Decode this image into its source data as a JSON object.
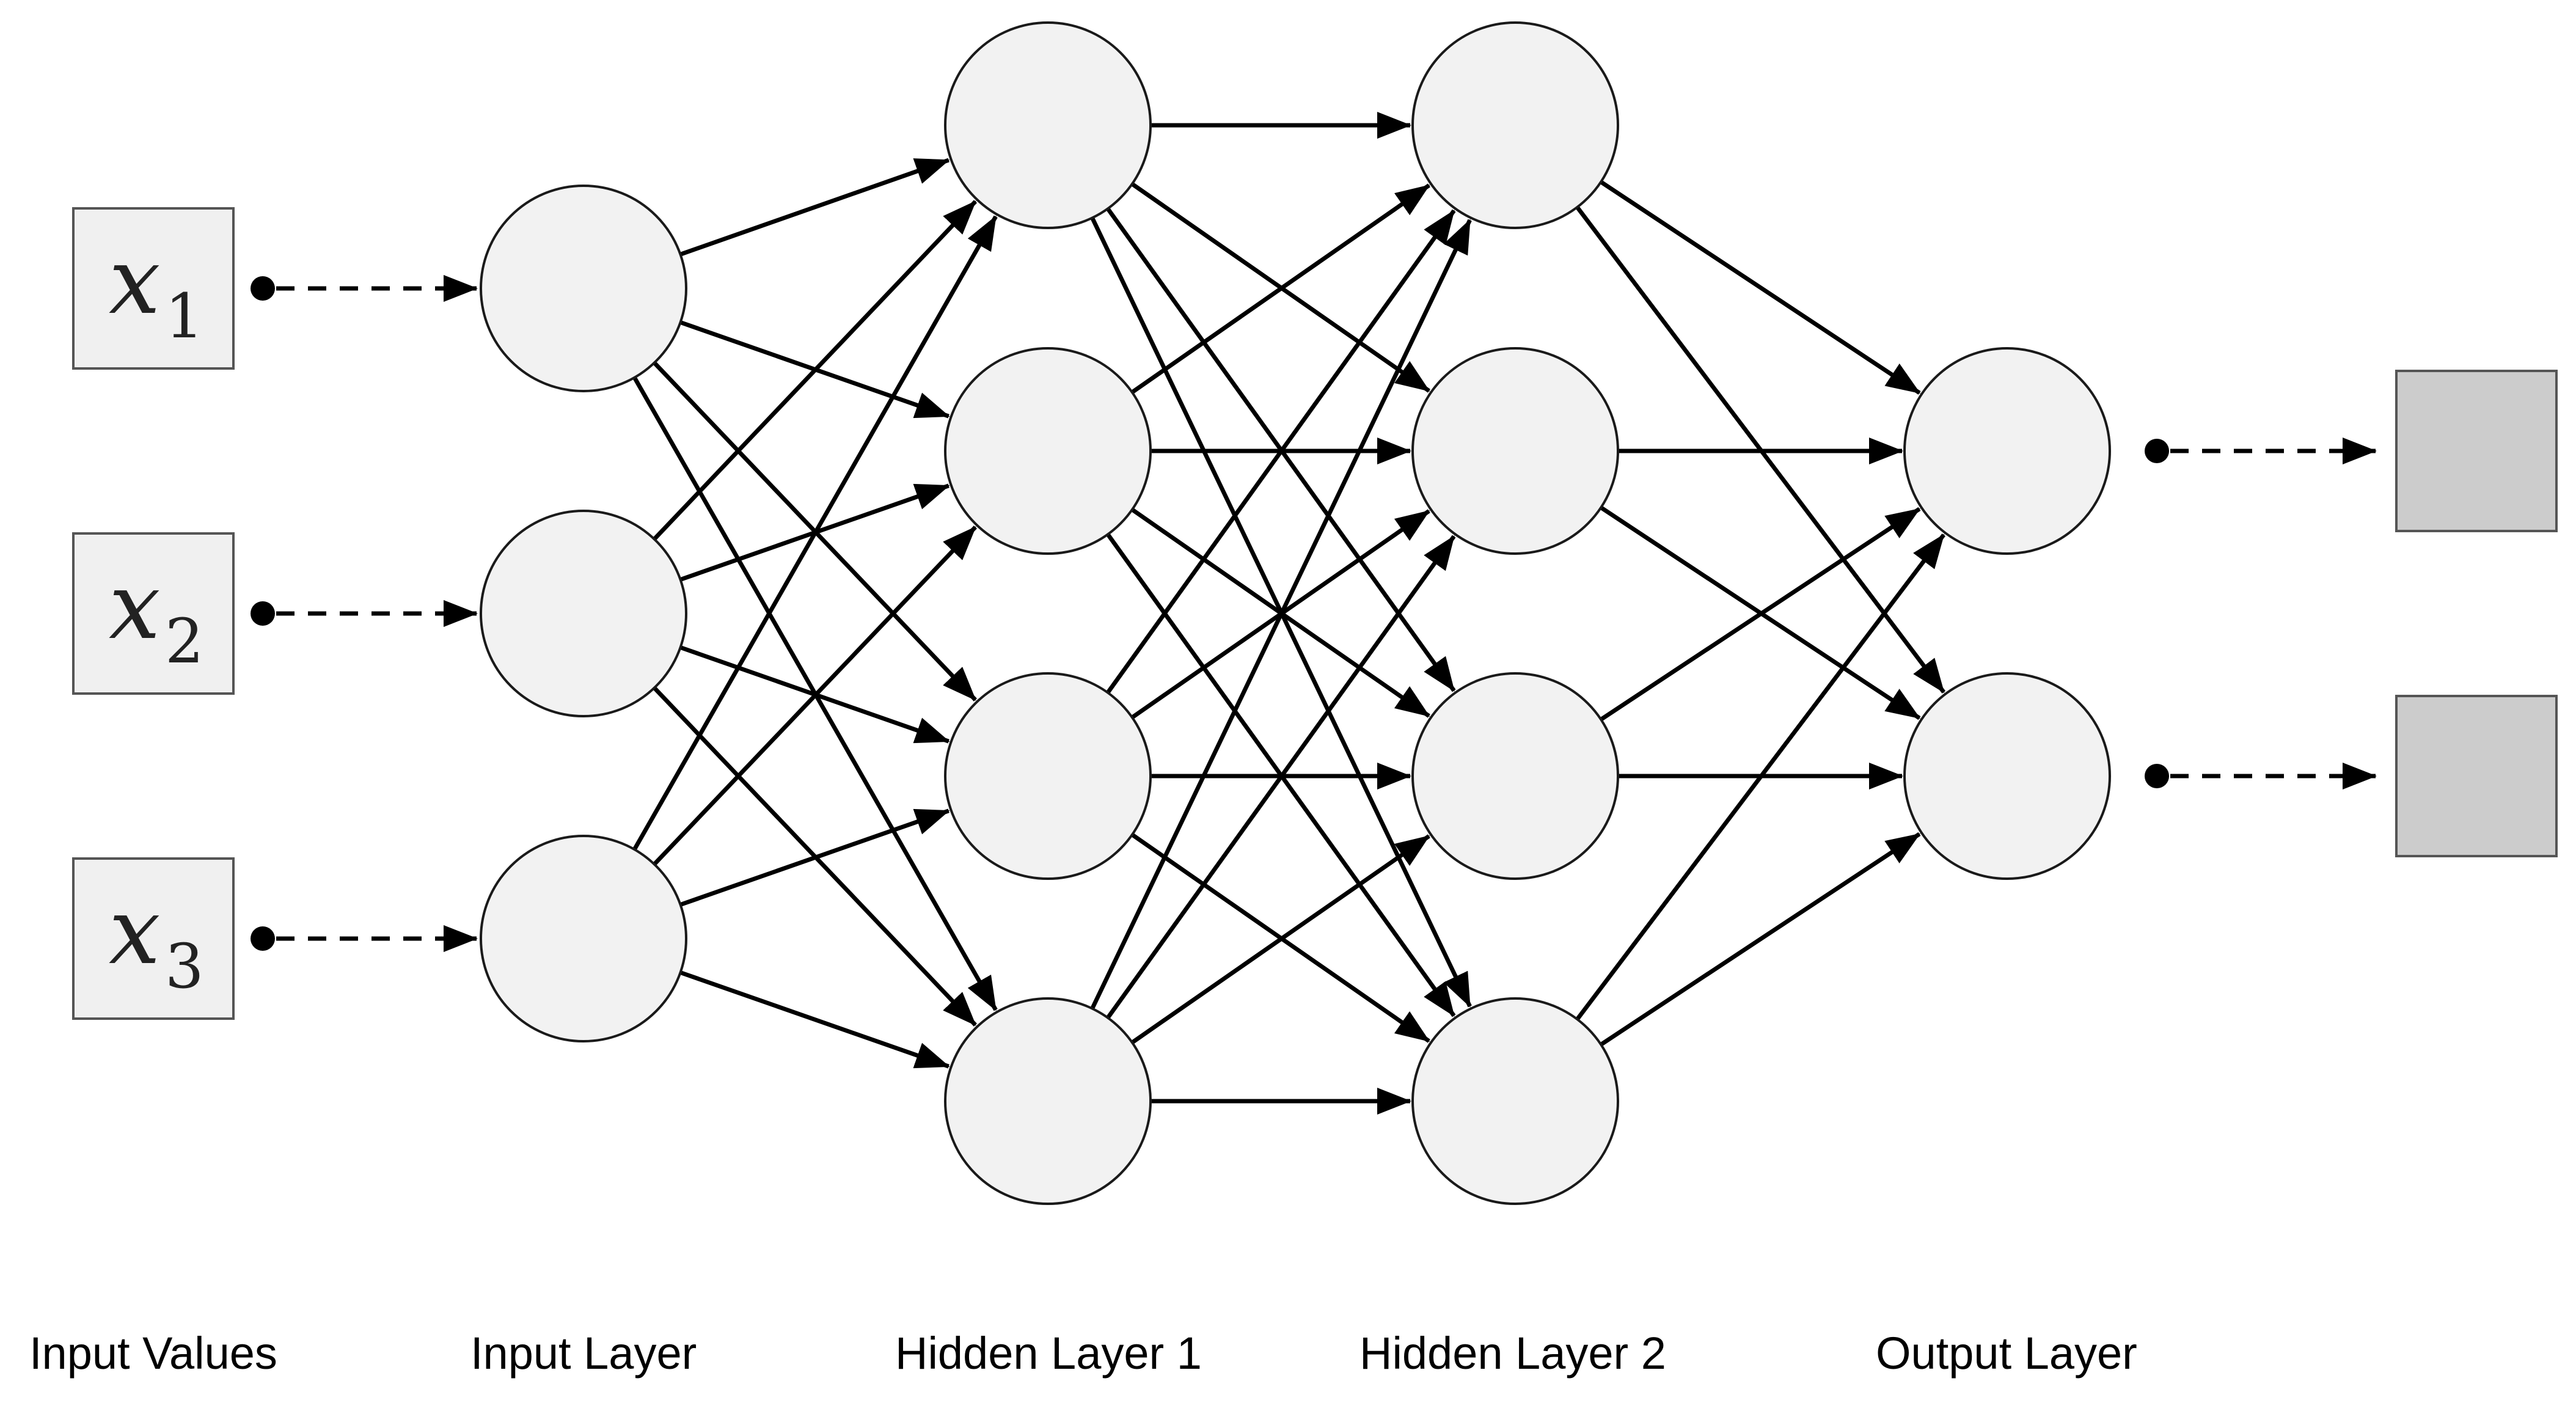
{
  "diagram": {
    "type": "feedforward-neural-network",
    "colors": {
      "node_fill": "#f2f2f2",
      "input_box_fill": "#f0f0f0",
      "output_box_fill": "#cccccc",
      "edge": "#000000"
    },
    "inputs": [
      {
        "var": "x",
        "sub": "1"
      },
      {
        "var": "x",
        "sub": "2"
      },
      {
        "var": "x",
        "sub": "3"
      }
    ],
    "layers": [
      {
        "name": "Input Layer",
        "nodes": 3
      },
      {
        "name": "Hidden Layer 1",
        "nodes": 4
      },
      {
        "name": "Hidden Layer 2",
        "nodes": 4
      },
      {
        "name": "Output Layer",
        "nodes": 2
      }
    ],
    "outputs": 2,
    "connectivity": "fully-connected",
    "labels": {
      "input_values": "Input Values",
      "input_layer": "Input Layer",
      "hidden_layer_1": "Hidden Layer 1",
      "hidden_layer_2": "Hidden Layer 2",
      "output_layer": "Output Layer"
    }
  }
}
